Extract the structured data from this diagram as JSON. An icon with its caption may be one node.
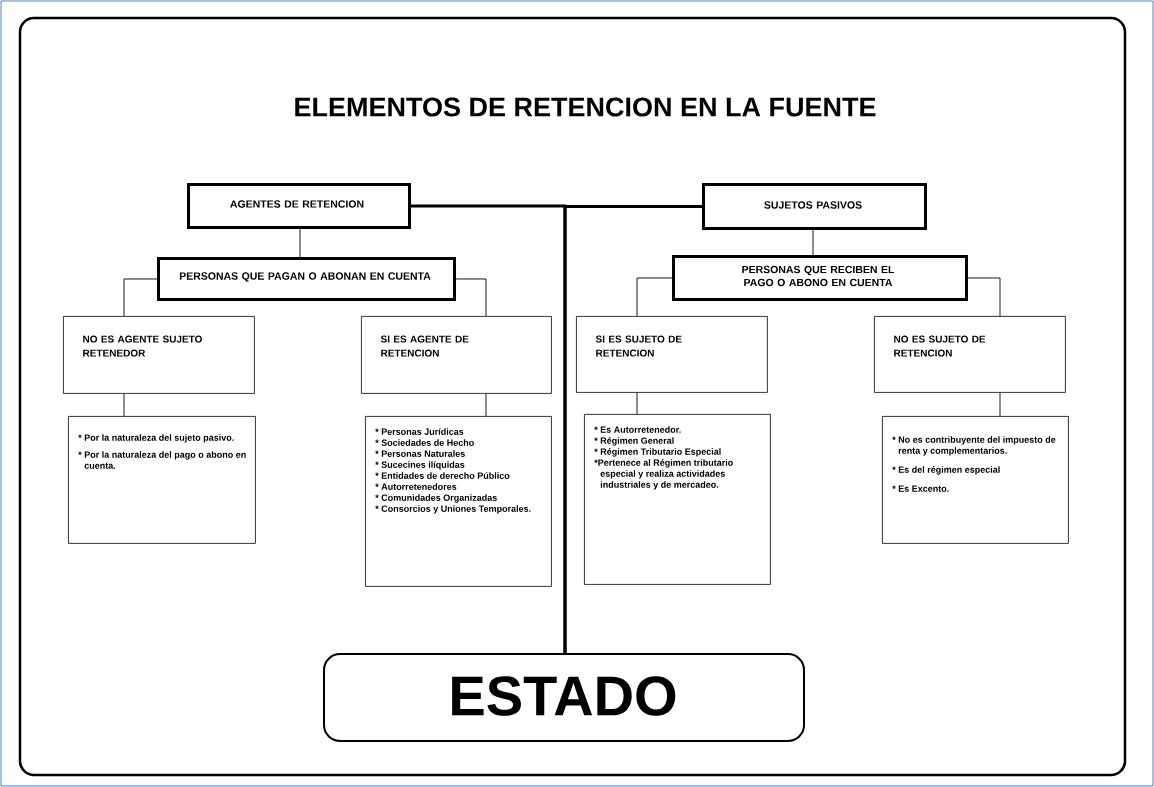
{
  "diagram": {
    "title": "ELEMENTOS DE RETENCION EN LA FUENTE",
    "nodes": [
      {
        "text": [
          "AGENTES DE RETENCION"
        ]
      },
      {
        "text": [
          "PERSONAS QUE PAGAN O ABONAN EN CUENTA"
        ]
      },
      {
        "text": [
          "NO ES AGENTE SUJETO RETENEDOR"
        ]
      },
      {
        "text": [
          "SI ES AGENTE DE RETENCION"
        ]
      },
      {
        "text": [
          "* Por la naturaleza del sujeto pasivo.",
          "* Por la naturaleza del pago o abono en cuenta."
        ]
      },
      {
        "text": [
          "* Personas Jurídicas",
          "* Sociedades de Hecho",
          "* Personas Naturales",
          "* Sucecines ilíquidas",
          "* Entidades de derecho Público",
          "* Autorretenedores",
          "* Comunidades Organizadas",
          "* Consorcios y Uniones Temporales."
        ]
      },
      {
        "text": [
          "SUJETOS PASIVOS"
        ]
      },
      {
        "text": [
          "PERSONAS QUE RECIBEN EL PAGO O ABONO EN CUENTA"
        ]
      },
      {
        "text": [
          "SI ES SUJETO DE RETENCION"
        ]
      },
      {
        "text": [
          "NO ES SUJETO DE RETENCION"
        ]
      },
      {
        "text": [
          "* Es Autorretenedor.",
          "* Régimen General",
          "* Régimen Tributario Especial",
          "*Pertenece al Régimen tributario especial y realiza actividades industriales y de mercadeo."
        ]
      },
      {
        "text": [
          "* No es contribuyente del impuesto de renta y complementarios.",
          "* Es del régimen especial",
          "* Es Excento."
        ]
      },
      {
        "text": [
          "ESTADO"
        ]
      }
    ],
    "edges": [
      {
        "from": 0,
        "to": 12,
        "arrow": "none",
        "style": "thick"
      },
      {
        "from": 6,
        "to": 12,
        "arrow": "none",
        "style": "thick"
      },
      {
        "from": 0,
        "to": 1,
        "arrow": "none"
      },
      {
        "from": 1,
        "to": 2,
        "arrow": "none"
      },
      {
        "from": 1,
        "to": 3,
        "arrow": "none"
      },
      {
        "from": 2,
        "to": 4,
        "arrow": "none"
      },
      {
        "from": 3,
        "to": 5,
        "arrow": "none"
      },
      {
        "from": 6,
        "to": 7,
        "arrow": "none"
      },
      {
        "from": 7,
        "to": 8,
        "arrow": "none"
      },
      {
        "from": 7,
        "to": 9,
        "arrow": "none"
      },
      {
        "from": 8,
        "to": 10,
        "arrow": "none"
      },
      {
        "from": 9,
        "to": 11,
        "arrow": "none"
      }
    ]
  }
}
